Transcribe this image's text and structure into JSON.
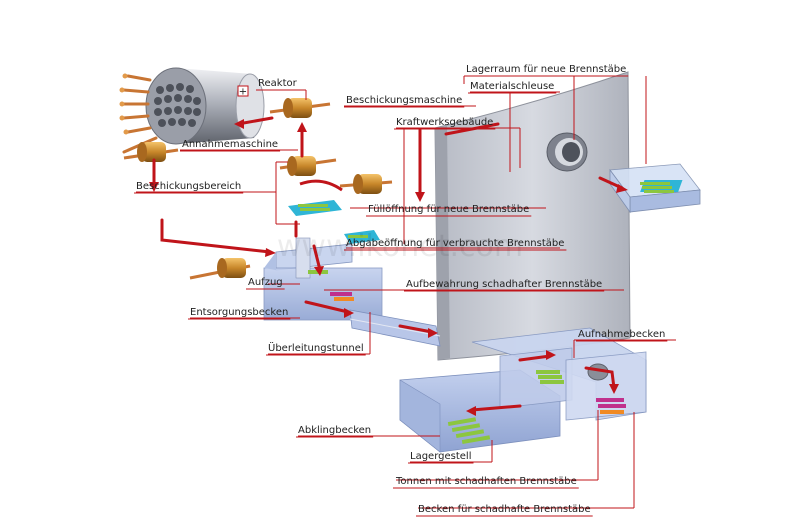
{
  "labels": {
    "reaktor": "Reaktor",
    "beschickungsmaschine": "Beschickungsmaschine",
    "annahmemaschine": "Annahmemaschine",
    "beschickungsbereich": "Beschickungsbereich",
    "fuelloeffnung": "Füllöffnung für neue Brennstäbe",
    "abgabeoeffnung": "Abgabeöffnung für verbrauchte Brennstäbe",
    "aufzug": "Aufzug",
    "aufbewahrung": "Aufbewahrung schadhafter Brennstäbe",
    "entsorgungsbecken": "Entsorgungsbecken",
    "ueberleitungstunnel": "Überleitungstunnel",
    "abklingbecken": "Abklingbecken",
    "lagergestell": "Lagergestell",
    "tonnen": "Tonnen mit schadhaften Brennstäbe",
    "becken_schadhaft": "Becken für schadhafte Brennstäbe",
    "lagerraum": "Lagerraum für neue Brennstäbe",
    "materialschleuse": "Materialschleuse",
    "kraftwerksgebaeude": "Kraftwerksgebäude",
    "aufnahmebecken": "Aufnahmebecken"
  },
  "zoom_symbol": "+",
  "watermark": "www.ikonet.com",
  "colors": {
    "arrow": "#c0141a",
    "leader": "#c0141a",
    "wall": "#c8ccd6",
    "water": "#9fb3dd",
    "copper": "#c87533",
    "fuel_green": "#8cc63f",
    "fuel_magenta": "#c0308c",
    "fuel_orange": "#f08a24",
    "rack_cyan": "#2fb5d6"
  }
}
